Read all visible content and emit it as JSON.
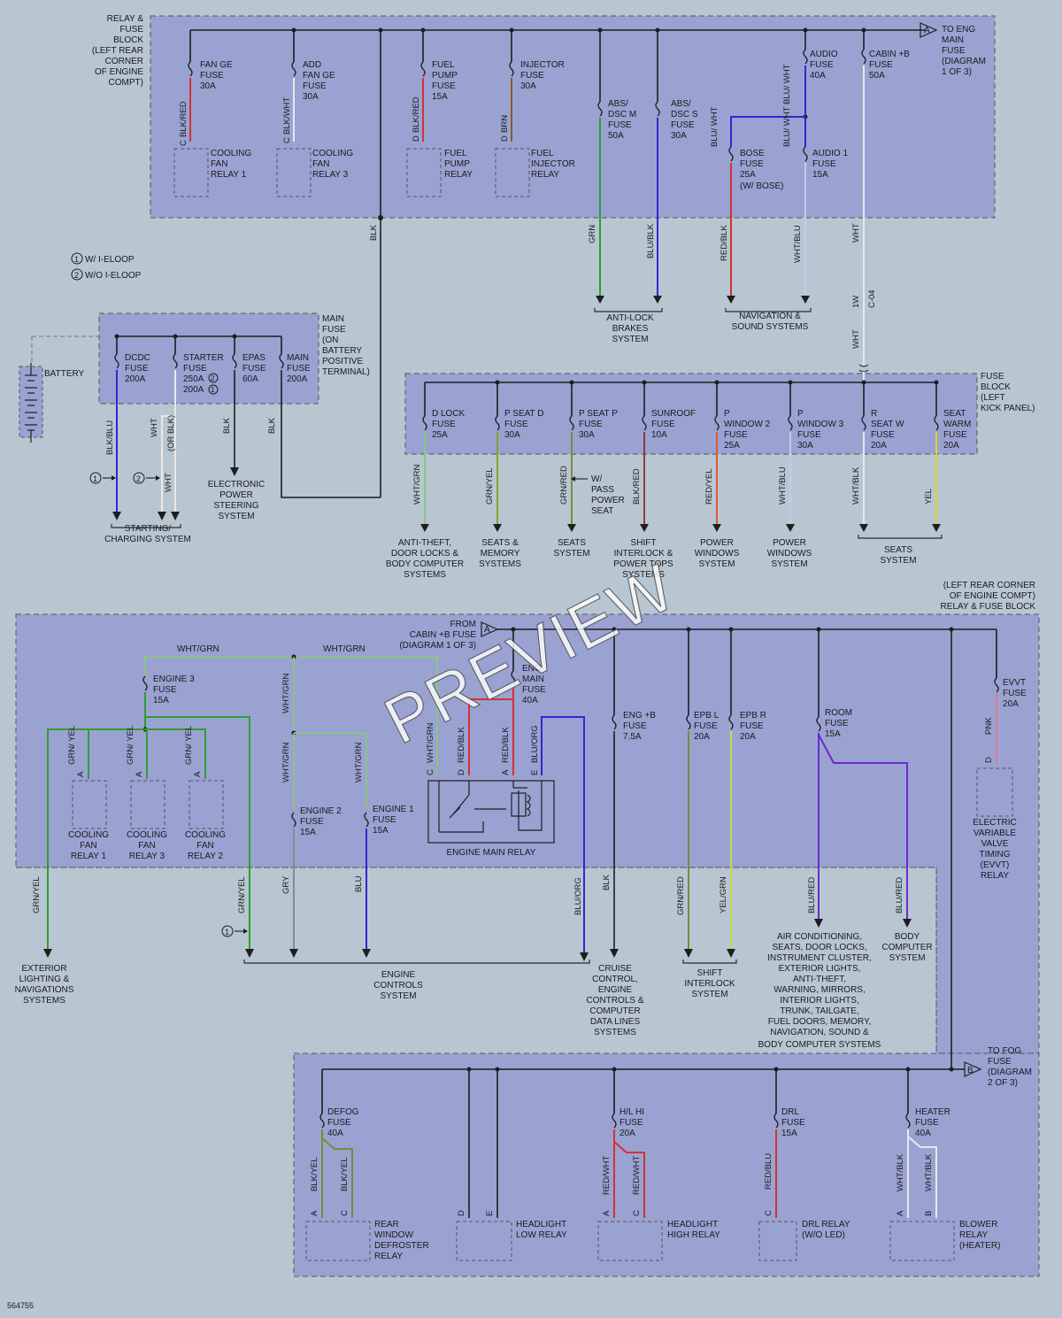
{
  "diagram_id": "564755",
  "watermark": "PREVIEW",
  "blocks": {
    "relay_fuse_top": [
      "RELAY &",
      "FUSE",
      "BLOCK",
      "(LEFT REAR",
      "CORNER",
      "OF ENGINE",
      "COMPT)"
    ],
    "main_fuse": [
      "MAIN",
      "FUSE",
      "(ON",
      "BATTERY",
      "POSITIVE",
      "TERMINAL)"
    ],
    "fuse_block_kick": [
      "FUSE",
      "BLOCK",
      "(LEFT",
      "KICK PANEL)"
    ],
    "relay_fuse_bottom": [
      "(LEFT REAR CORNER",
      "OF ENGINE COMPT)",
      "RELAY & FUSE BLOCK"
    ]
  },
  "legend": {
    "i_eloop": "W/ I-ELOOP",
    "no_i_eloop": "W/O I-ELOOP",
    "n1": "1",
    "n2": "2"
  },
  "connectors": {
    "a_top": [
      "TO ENG",
      "MAIN",
      "FUSE",
      "(DIAGRAM",
      "1 OF 3)"
    ],
    "a_bottom": [
      "FROM",
      "CABIN +B FUSE",
      "(DIAGRAM 1 OF 3)"
    ],
    "b": [
      "TO FOG",
      "FUSE",
      "(DIAGRAM",
      "2 OF 3)"
    ],
    "a_letter": "A",
    "b_letter": "B"
  },
  "fuses": {
    "fan_ge": [
      "FAN GE",
      "FUSE",
      "30A"
    ],
    "add_fan_ge": [
      "ADD",
      "FAN GE",
      "FUSE",
      "30A"
    ],
    "fuel_pump": [
      "FUEL",
      "PUMP",
      "FUSE",
      "15A"
    ],
    "injector": [
      "INJECTOR",
      "FUSE",
      "30A"
    ],
    "abs_dsc_m": [
      "ABS/",
      "DSC M",
      "FUSE",
      "50A"
    ],
    "abs_dsc_s": [
      "ABS/",
      "DSC S",
      "FUSE",
      "30A"
    ],
    "audio": [
      "AUDIO",
      "FUSE",
      "40A"
    ],
    "cabin_b": [
      "CABIN +B",
      "FUSE",
      "50A"
    ],
    "bose": [
      "BOSE",
      "FUSE",
      "25A",
      "(W/ BOSE)"
    ],
    "audio1": [
      "AUDIO 1",
      "FUSE",
      "15A"
    ],
    "dcdc": [
      "DCDC",
      "FUSE",
      "200A"
    ],
    "starter": [
      "STARTER",
      "FUSE",
      "250A",
      "200A"
    ],
    "epas": [
      "EPAS",
      "FUSE",
      "60A"
    ],
    "main": [
      "MAIN",
      "FUSE",
      "200A"
    ],
    "d_lock": [
      "D LOCK",
      "FUSE",
      "25A"
    ],
    "p_seat_d": [
      "P SEAT D",
      "FUSE",
      "30A"
    ],
    "p_seat_p": [
      "P SEAT P",
      "FUSE",
      "30A"
    ],
    "sunroof": [
      "SUNROOF",
      "FUSE",
      "10A"
    ],
    "p_window2": [
      "P",
      "WINDOW 2",
      "FUSE",
      "25A"
    ],
    "p_window3": [
      "P",
      "WINDOW 3",
      "FUSE",
      "30A"
    ],
    "r_seat_w": [
      "R",
      "SEAT W",
      "FUSE",
      "20A"
    ],
    "seat_warm": [
      "SEAT",
      "WARM",
      "FUSE",
      "20A"
    ],
    "engine3": [
      "ENGINE 3",
      "FUSE",
      "15A"
    ],
    "eng_main": [
      "ENG",
      "MAIN",
      "FUSE",
      "40A"
    ],
    "eng_b": [
      "ENG +B",
      "FUSE",
      "7.5A"
    ],
    "epb_l": [
      "EPB L",
      "FUSE",
      "20A"
    ],
    "epb_r": [
      "EPB R",
      "FUSE",
      "20A"
    ],
    "room": [
      "ROOM",
      "FUSE",
      "15A"
    ],
    "evvt": [
      "EVVT",
      "FUSE",
      "20A"
    ],
    "engine2": [
      "ENGINE 2",
      "FUSE",
      "15A"
    ],
    "engine1": [
      "ENGINE 1",
      "FUSE",
      "15A"
    ],
    "defog": [
      "DEFOG",
      "FUSE",
      "40A"
    ],
    "hl_hi": [
      "H/L HI",
      "FUSE",
      "20A"
    ],
    "drl": [
      "DRL",
      "FUSE",
      "15A"
    ],
    "heater": [
      "HEATER",
      "FUSE",
      "40A"
    ]
  },
  "components": {
    "battery": "BATTERY",
    "cooling_fan_relay1_top": [
      "COOLING",
      "FAN",
      "RELAY 1"
    ],
    "cooling_fan_relay3_top": [
      "COOLING",
      "FAN",
      "RELAY 3"
    ],
    "fuel_pump_relay": [
      "FUEL",
      "PUMP",
      "RELAY"
    ],
    "fuel_injector_relay": [
      "FUEL",
      "INJECTOR",
      "RELAY"
    ],
    "cf1": [
      "COOLING",
      "FAN",
      "RELAY 1"
    ],
    "cf3": [
      "COOLING",
      "FAN",
      "RELAY 3"
    ],
    "cf2": [
      "COOLING",
      "FAN",
      "RELAY 2"
    ],
    "engine_main_relay": "ENGINE MAIN RELAY",
    "evvt_relay": [
      "ELECTRIC",
      "VARIABLE",
      "VALVE",
      "TIMING",
      "(EVVT)",
      "RELAY"
    ],
    "rear_defroster": [
      "REAR",
      "WINDOW",
      "DEFROSTER",
      "RELAY"
    ],
    "headlight_low": [
      "HEADLIGHT",
      "LOW RELAY"
    ],
    "headlight_high": [
      "HEADLIGHT",
      "HIGH RELAY"
    ],
    "drl_relay": [
      "DRL RELAY",
      "(W/O LED)"
    ],
    "blower_relay": [
      "BLOWER",
      "RELAY",
      "(HEATER)"
    ]
  },
  "systems": {
    "anti_lock": [
      "ANTI-LOCK",
      "BRAKES",
      "SYSTEM"
    ],
    "navigation_sound": [
      "NAVIGATION &",
      "SOUND SYSTEMS"
    ],
    "starting_charging": [
      "STARTING/",
      "CHARGING SYSTEM"
    ],
    "electronic_power_steering": [
      "ELECTRONIC",
      "POWER",
      "STEERING",
      "SYSTEM"
    ],
    "anti_theft": [
      "ANTI-THEFT,",
      "DOOR LOCKS &",
      "BODY COMPUTER",
      "SYSTEMS"
    ],
    "seats_memory": [
      "SEATS &",
      "MEMORY",
      "SYSTEMS"
    ],
    "seats1": [
      "SEATS",
      "SYSTEM"
    ],
    "shift_interlock_power_tops": [
      "SHIFT",
      "INTERLOCK &",
      "POWER TOPS",
      "SYSTEMS"
    ],
    "power_windows1": [
      "POWER",
      "WINDOWS",
      "SYSTEM"
    ],
    "power_windows2": [
      "POWER",
      "WINDOWS",
      "SYSTEM"
    ],
    "seats2": [
      "SEATS",
      "SYSTEM"
    ],
    "exterior_lighting": [
      "EXTERIOR",
      "LIGHTING &",
      "NAVIGATIONS",
      "SYSTEMS"
    ],
    "engine_controls": [
      "ENGINE",
      "CONTROLS",
      "SYSTEM"
    ],
    "cruise_control": [
      "CRUISE",
      "CONTROL,",
      "ENGINE",
      "CONTROLS &",
      "COMPUTER",
      "DATA LINES",
      "SYSTEMS"
    ],
    "shift_interlock": [
      "SHIFT",
      "INTERLOCK",
      "SYSTEM"
    ],
    "air_conditioning": [
      "AIR CONDITIONING,",
      "SEATS, DOOR LOCKS,",
      "INSTRUMENT CLUSTER,",
      "EXTERIOR LIGHTS,",
      "ANTI-THEFT,",
      "WARNING, MIRRORS,",
      "INTERIOR LIGHTS,",
      "TRUNK, TAILGATE,",
      "FUEL DOORS, MEMORY,",
      "NAVIGATION, SOUND &",
      "BODY COMPUTER SYSTEMS"
    ],
    "body_computer": [
      "BODY",
      "COMPUTER",
      "SYSTEM"
    ]
  },
  "notes": {
    "w_pass_power_seat": [
      "W/",
      "PASS",
      "POWER",
      "SEAT"
    ],
    "c04": "C-04",
    "one_w": "1W"
  },
  "wire_labels": {
    "blk_red_1": "BLK/RED",
    "blk_wht_1": "BLK/WHT",
    "blk_red_2": "BLK/RED",
    "brn": "BRN",
    "grn_1": "GRN",
    "blu_blk": "BLU/BLK",
    "red_blk_1": "RED/BLK",
    "wht_blu_1": "WHT/BLU",
    "wht_1": "WHT",
    "blu_wht_1": "BLU/ WHT",
    "blu_wht_2": "BLU/ WHT",
    "blu_wht_3": "BLU/ WHT",
    "blk_top": "BLK",
    "wht_2": "WHT",
    "blk_blu": "BLK/BLU",
    "wht_3": "WHT",
    "or_blk": "(OR BLK)",
    "wht_4": "WHT",
    "blk_1": "BLK",
    "blk_2": "BLK",
    "wht_grn_k": "WHT/GRN",
    "grn_yel_k": "GRN/YEL",
    "grn_red_k": "GRN/RED",
    "blk_red_k": "BLK/RED",
    "red_yel_k": "RED/YEL",
    "wht_blu_k": "WHT/BLU",
    "wht_blk_k": "WHT/BLK",
    "yel_k": "YEL",
    "wht_grn_a": "WHT/GRN",
    "wht_grn_b": "WHT/GRN",
    "wht_grn_c": "WHT/GRN",
    "wht_grn_d": "WHT/GRN",
    "wht_grn_e": "WHT/GRN",
    "wht_grn_f": "WHT/GRN",
    "grn_yel_1": "GRN/ YEL",
    "grn_yel_2": "GRN/ YEL",
    "grn_yel_3": "GRN/ YEL",
    "red_blk_2": "RED/BLK",
    "red_blk_3": "RED/BLK",
    "blu_org_1": "BLU/ORG",
    "grn_yel_4": "GRN/YEL",
    "grn_yel_5": "GRN/YEL",
    "gry": "GRY",
    "blu": "BLU",
    "blu_org_2": "BLU/ORG",
    "blk_3": "BLK",
    "grn_red_2": "GRN/RED",
    "yel_grn": "YEL/GRN",
    "blu_red_1": "BLU/RED",
    "blu_red_2": "BLU/RED",
    "pnk": "PNK",
    "blk_yel_1": "BLK/YEL",
    "blk_yel_2": "BLK/YEL",
    "red_wht_1": "RED/WHT",
    "red_wht_2": "RED/WHT",
    "red_blu": "RED/BLU",
    "wht_blk_1": "WHT/BLK",
    "wht_blk_2": "WHT/BLK"
  },
  "pins": {
    "c1": "C",
    "c2": "C",
    "d1": "D",
    "d2": "D",
    "a1": "A",
    "a2": "A",
    "a3": "A",
    "c3": "C",
    "d3": "D",
    "a4": "A",
    "e1": "E",
    "d4": "D",
    "a5": "A",
    "c4": "C",
    "d5": "D",
    "e2": "E",
    "a6": "A",
    "c5": "C",
    "c6": "C",
    "a7": "A",
    "b1": "B"
  },
  "colors": {
    "panel_fill": "#9aa2d2",
    "background": "#b8c6d2",
    "wire_red": "#d23232",
    "wire_green": "#2e9e2e",
    "wire_blue": "#2a2ad0",
    "wire_yellow": "#d8d82a",
    "wire_white": "#e8e8e8",
    "wire_gray": "#8a8a8a",
    "wire_purple": "#6a2ad0",
    "wire_pink": "#e07a8a",
    "wire_olive": "#7a8a3a",
    "wire_lightgreen": "#8ac87a",
    "wire_red_yellow": "#e05a2a",
    "wire_yellow_green": "#c8d84a"
  }
}
